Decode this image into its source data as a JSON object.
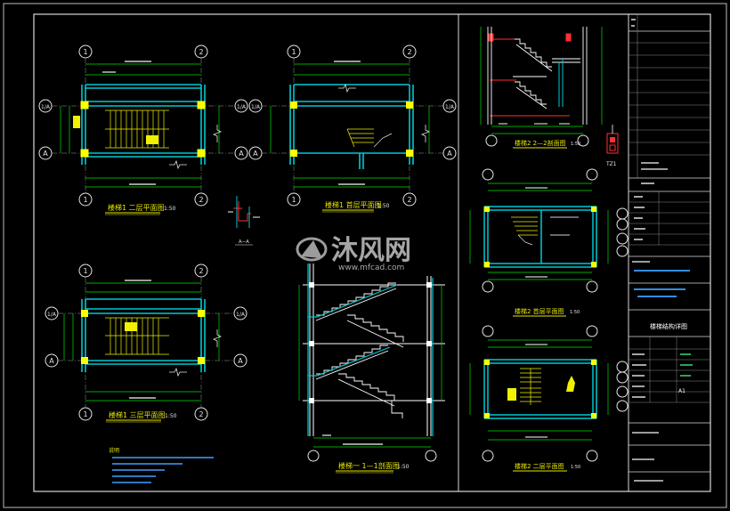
{
  "titles": {
    "plan_l2": "楼梯1 二层平面图",
    "plan_l1": "楼梯1 首层平面图",
    "plan_l3": "楼梯1 三层平面图",
    "section_11": "楼梯一 1—1剖面图",
    "section_22": "楼梯2 2—2剖面图",
    "plan2_l1": "楼梯2 首层平面图",
    "plan2_l2": "楼梯2 二层平面图",
    "detail_aa": "A—A",
    "detail_tz": "TZ1"
  },
  "scales": {
    "plan_l2": "1:50",
    "plan_l1": "1:50",
    "plan_l3": "1:50",
    "section_11": "1:50",
    "section_22": "1:50",
    "plan2_l1": "1:50",
    "plan2_l2": "1:50"
  },
  "axis_labels": {
    "one": "1",
    "two": "2",
    "a": "A",
    "one_a": "1/A"
  },
  "notes": {
    "heading": "说明"
  },
  "watermark": {
    "brand": "沐风网",
    "url": "www.mfcad.com"
  },
  "title_block": {
    "drawing_name": "楼梯结构详图",
    "sheet_size": "A1"
  },
  "colors": {
    "background": "#000000",
    "border": "#d8d8d8",
    "axis_circle": "#e6e6e6",
    "wall_cyan": "#00c8d2",
    "dimension_green": "#00e000",
    "stair_yellow": "#f0f000",
    "title_yellow": "#e6e600",
    "column_fill": "#ffff00",
    "red_detail": "#ff3030",
    "white_line": "#ffffff"
  }
}
